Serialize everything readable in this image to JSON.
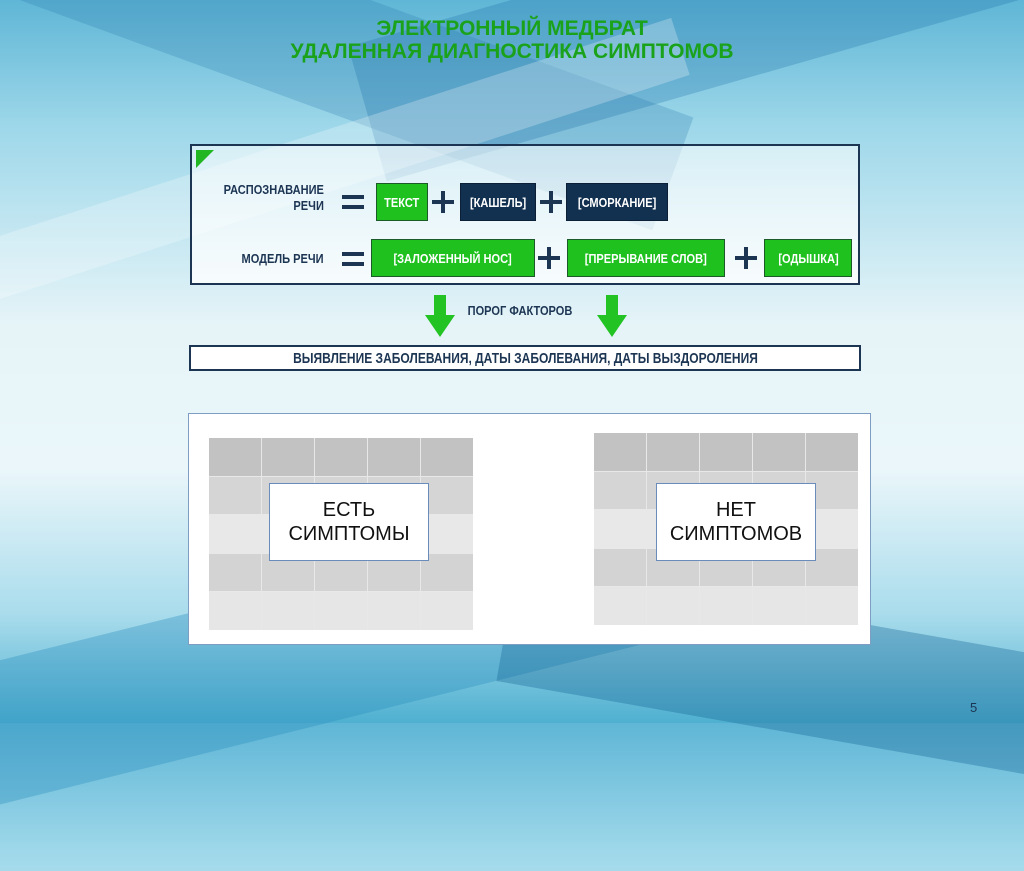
{
  "title": {
    "line1": "ЭЛЕКТРОННЫЙ МЕДБРАТ",
    "line2": "УДАЛЕННАЯ ДИАГНОСТИКА СИМПТОМОВ"
  },
  "formula": {
    "row1": {
      "label_line1": "РАСПОЗНАВАНИЕ",
      "label_line2": "РЕЧИ",
      "items": [
        {
          "text": "ТЕКСТ",
          "color": "#1fc11f"
        },
        {
          "text": "[КАШЕЛЬ]",
          "color": "#12304f"
        },
        {
          "text": "[СМОРКАНИЕ]",
          "color": "#12304f"
        }
      ]
    },
    "row2": {
      "label": "МОДЕЛЬ РЕЧИ",
      "items": [
        {
          "text": "[ЗАЛОЖЕННЫЙ НОС]",
          "color": "#1fc11f"
        },
        {
          "text": "[ПРЕРЫВАНИЕ СЛОВ]",
          "color": "#1fc11f"
        },
        {
          "text": "[ОДЫШКА]",
          "color": "#1fc11f"
        }
      ]
    }
  },
  "threshold_label": "ПОРОГ ФАКТОРОВ",
  "result_label": "ВЫЯВЛЕНИЕ ЗАБОЛЕВАНИЯ, ДАТЫ ЗАБОЛЕВАНИЯ, ДАТЫ ВЫЗДОРОЛЕНИЯ",
  "outcomes": {
    "has_symptoms": {
      "line1": "ЕСТЬ",
      "line2": "СИМПТОМЫ"
    },
    "no_symptoms": {
      "line1": "НЕТ",
      "line2": "СИМПТОМОВ"
    }
  },
  "page_number": "5",
  "colors": {
    "accent_green": "#1ba21b",
    "navy": "#1c3553"
  }
}
